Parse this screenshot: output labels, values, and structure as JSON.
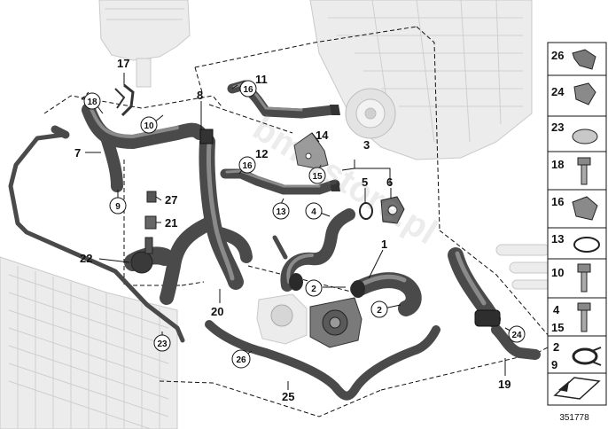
{
  "diagram": {
    "watermark": "bmwstore.pl",
    "document_number": "351778",
    "callouts": {
      "c1": "1",
      "c2a": "2",
      "c2b": "2",
      "c3": "3",
      "c4": "4",
      "c5": "5",
      "c6": "6",
      "c7": "7",
      "c8": "8",
      "c9": "9",
      "c10": "10",
      "c11": "11",
      "c12": "12",
      "c13": "13",
      "c14": "14",
      "c15": "15",
      "c16a": "16",
      "c16b": "16",
      "c17": "17",
      "c18": "18",
      "c19": "19",
      "c20": "20",
      "c21": "21",
      "c22": "22",
      "c23": "23",
      "c24": "24",
      "c25": "25",
      "c26": "26",
      "c27": "27"
    },
    "legend": [
      {
        "label": "26",
        "icon": "double-clip"
      },
      {
        "label": "24",
        "icon": "single-clip"
      },
      {
        "label": "23",
        "icon": "band-clamp"
      },
      {
        "label": "18",
        "icon": "flange-bolt"
      },
      {
        "label": "16",
        "icon": "hose-holder"
      },
      {
        "label": "13",
        "icon": "worm-clamp"
      },
      {
        "label": "10",
        "icon": "hex-bolt"
      },
      {
        "label": "4",
        "label2": "15",
        "icon": "stud-bolt"
      },
      {
        "label": "2",
        "label2": "9",
        "icon": "spring-clamp"
      },
      {
        "label": "",
        "icon": "orientation-arrow"
      }
    ]
  }
}
